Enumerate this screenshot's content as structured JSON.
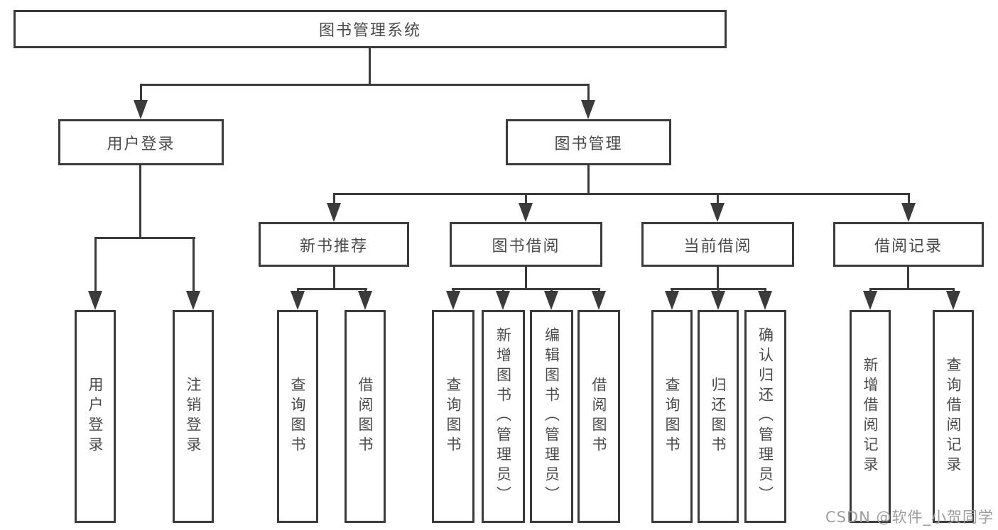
{
  "diagram": {
    "title_node": {
      "label": "图书管理系统"
    },
    "level2": [
      {
        "label": "用户登录"
      },
      {
        "label": "图书管理"
      }
    ],
    "level3": [
      {
        "label": "新书推荐"
      },
      {
        "label": "图书借阅"
      },
      {
        "label": "当前借阅"
      },
      {
        "label": "借阅记录"
      }
    ],
    "leaves": {
      "user_login": [
        {
          "label": "用户登录"
        },
        {
          "label": "注销登录"
        }
      ],
      "new_books": [
        {
          "label": "查询图书"
        },
        {
          "label": "借阅图书"
        }
      ],
      "book_borrow": [
        {
          "label": "查询图书"
        },
        {
          "label": "新增图书（管理员）"
        },
        {
          "label": "编辑图书（管理员）"
        },
        {
          "label": "借阅图书"
        }
      ],
      "current_borrow": [
        {
          "label": "查询图书"
        },
        {
          "label": "归还图书"
        },
        {
          "label": "确认归还（管理员）"
        }
      ],
      "borrow_records": [
        {
          "label": "新增借阅记录"
        },
        {
          "label": "查询借阅记录"
        }
      ]
    },
    "colors": {
      "line": "#3b3b3b",
      "text": "#4a4a4a",
      "background": "#ffffff"
    }
  },
  "watermark": {
    "text": "CSDN @软件_小贺同学",
    "color": "#9e9e9e"
  }
}
